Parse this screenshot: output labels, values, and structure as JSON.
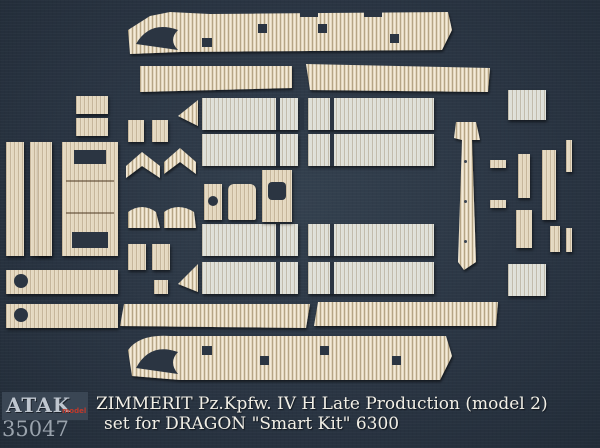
{
  "brand": {
    "logo": "ATAK",
    "logo_sub": "model",
    "code": "35047"
  },
  "caption": {
    "line1": "ZIMMERIT Pz.Kpfw. IV H Late Production (model 2)",
    "line2": "set for DRAGON \"Smart Kit\" 6300"
  },
  "colors": {
    "background": "#2a3543",
    "resin": "#e4d8c0",
    "caption_text": "#f2efe6"
  }
}
